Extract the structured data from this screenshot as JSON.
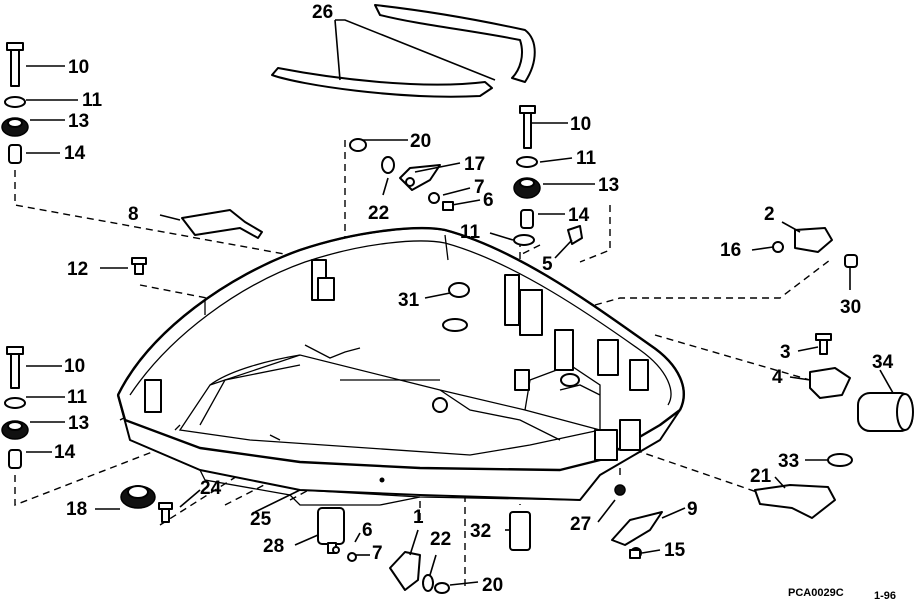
{
  "labels": {
    "l1": "1",
    "l2": "2",
    "l3": "3",
    "l4": "4",
    "l5": "5",
    "l6a": "6",
    "l6b": "6",
    "l7a": "7",
    "l7b": "7",
    "l8": "8",
    "l9": "9",
    "l10a": "10",
    "l10b": "10",
    "l10c": "10",
    "l11a": "11",
    "l11b": "11",
    "l11c": "11",
    "l11d": "11",
    "l12": "12",
    "l13a": "13",
    "l13b": "13",
    "l13c": "13",
    "l14a": "14",
    "l14b": "14",
    "l14c": "14",
    "l15": "15",
    "l16": "16",
    "l17": "17",
    "l18": "18",
    "l20a": "20",
    "l20b": "20",
    "l21": "21",
    "l22a": "22",
    "l22b": "22",
    "l24": "24",
    "l25": "25",
    "l26": "26",
    "l27": "27",
    "l28": "28",
    "l30": "30",
    "l31": "31",
    "l32": "32",
    "l33": "33",
    "l34": "34"
  },
  "footer": {
    "code": "PCA0029C",
    "date": "1-96"
  }
}
